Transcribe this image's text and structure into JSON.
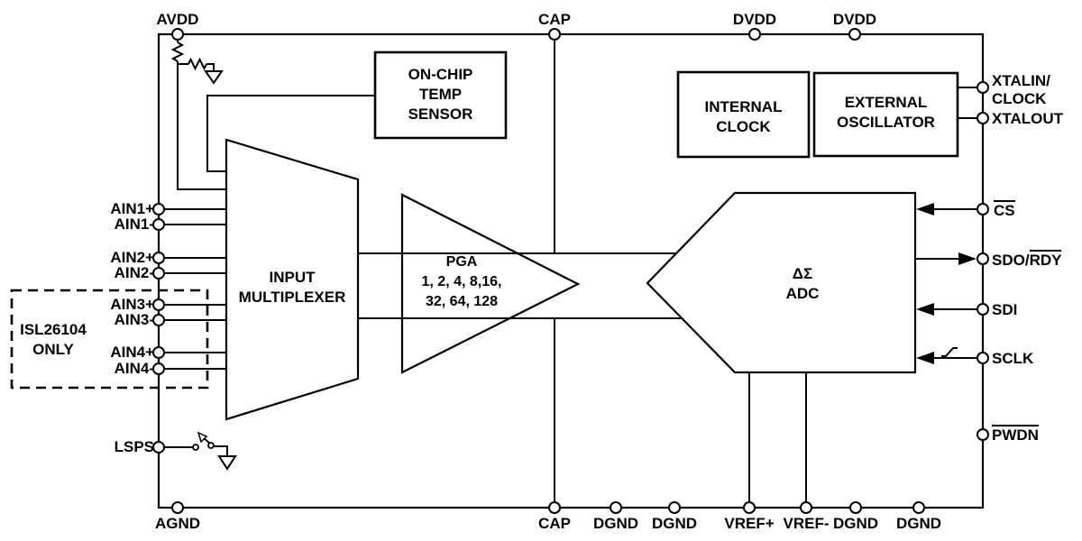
{
  "pins": {
    "top": [
      "AVDD",
      "CAP",
      "DVDD",
      "DVDD"
    ],
    "bottom": [
      "AGND",
      "CAP",
      "DGND",
      "DGND",
      "VREF+",
      "VREF-",
      "DGND",
      "DGND"
    ],
    "left": [
      "AIN1+",
      "AIN1-",
      "AIN2+",
      "AIN2-",
      "AIN3+",
      "AIN3-",
      "AIN4+",
      "AIN4-",
      "LSPS"
    ],
    "right": {
      "xtalin_line1": "XTALIN/",
      "xtalin_line2": "CLOCK",
      "xtalout": "XTALOUT",
      "cs": "CS",
      "sdo_prefix": "SDO/",
      "sdo_suffix": "RDY",
      "sdi": "SDI",
      "sclk": "SCLK",
      "pwdn": "PWDN"
    }
  },
  "blocks": {
    "temp_sensor": {
      "lines": [
        "ON-CHIP",
        "TEMP",
        "SENSOR"
      ]
    },
    "internal_clock": {
      "lines": [
        "INTERNAL",
        "CLOCK"
      ]
    },
    "external_oscillator": {
      "lines": [
        "EXTERNAL",
        "OSCILLATOR"
      ]
    },
    "input_multiplexer": {
      "lines": [
        "INPUT",
        "MULTIPLEXER"
      ]
    },
    "pga": {
      "lines": [
        "PGA",
        "1, 2, 4, 8,16,",
        "32, 64, 128"
      ]
    },
    "adc": {
      "lines": [
        "ΔΣ",
        "ADC"
      ]
    }
  },
  "annotations": {
    "variant_note": {
      "lines": [
        "ISL26104",
        "ONLY"
      ]
    }
  },
  "colors": {
    "line": "#000000",
    "text": "#000000",
    "background": "#ffffff"
  }
}
